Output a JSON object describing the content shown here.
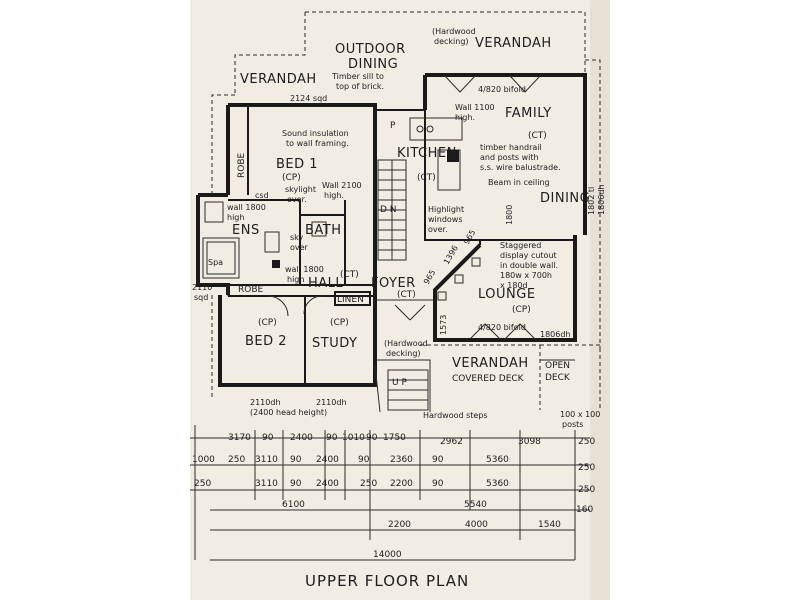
{
  "title": "UPPER FLOOR PLAN",
  "rooms": {
    "outdoor_dining": "OUTDOOR",
    "outdoor_dining_2": "DINING",
    "verandah_top": "VERANDAH",
    "verandah_left": "VERANDAH",
    "family": "FAMILY",
    "family_code": "(CT)",
    "kitchen": "KITCHEN",
    "kitchen_code": "(CT)",
    "bed1": "BED 1",
    "bed1_code": "(CP)",
    "ens": "ENS",
    "bath": "BATH",
    "spa": "Spa",
    "dining": "DINING",
    "hall": "HALL",
    "hall_code": "(CT)",
    "foyer": "FOYER",
    "foyer_code": "(CT)",
    "lounge": "LOUNGE",
    "lounge_code": "(CP)",
    "robe_top": "ROBE",
    "robe_bottom": "ROBE",
    "linen": "LINEN",
    "bed2": "BED 2",
    "bed2_code": "(CP)",
    "study": "STUDY",
    "study_code": "(CP)",
    "verandah_bottom": "VERANDAH",
    "covered_deck": "COVERED DECK",
    "open": "OPEN",
    "deck": "DECK",
    "p": "P",
    "dn": "D N",
    "up": "U P"
  },
  "notes": {
    "hardwood_top": "(Hardwood",
    "hardwood_top_2": "decking)",
    "timber_sill": "Timber sill to",
    "timber_sill_2": "top of brick.",
    "window_4820_top": "4/820 bifold",
    "wall_1100": "Wall 1100",
    "wall_1100_2": "high.",
    "size_2124": "2124 sqd",
    "sound_insulation": "Sound insulation",
    "sound_insulation_2": "to wall framing.",
    "timber_handrail": "timber handrail",
    "timber_handrail_2": "and posts with",
    "timber_handrail_3": "s.s. wire balustrade.",
    "beam": "Beam in ceiling",
    "wall_2100": "Wall 2100",
    "wall_2100_2": "high.",
    "skylight": "skylight",
    "skylight_2": "over.",
    "highlight": "Highlight",
    "highlight_2": "windows",
    "highlight_3": "over.",
    "csd": "csd",
    "wall_1800_a": "wall 1800",
    "wall_1800_a2": "high",
    "wall_1800_b": "wall 1800",
    "wall_1800_b2": "high",
    "sky_over": "sky",
    "sky_over_2": "over",
    "staggered": "Staggered",
    "staggered_2": "display cutout",
    "staggered_3": "in double wall.",
    "staggered_4": "180w x 700h",
    "staggered_5": "x 180d",
    "window_4820_bottom": "4/820 bifold",
    "door_1806": "1806dh",
    "side_1802": "1802 tl",
    "side_1806": "1806dh",
    "left_2110": "2110",
    "left_sqd": "sqd",
    "hardwood_mid": "(Hardwood",
    "hardwood_mid_2": "decking)",
    "win_2110_a": "2110dh",
    "win_2110_b": "2110dh",
    "head_height": "(2400 head height)",
    "hardwood_steps": "Hardwood steps",
    "posts": "100 x 100",
    "posts_2": "posts",
    "d_965a": "965",
    "d_1396": "1396",
    "d_965b": "965",
    "d_1573": "1573",
    "d_1800": "1800"
  },
  "dimension_rows": [
    [
      "3170",
      "90",
      "2400",
      "90",
      "1010",
      "90",
      "1750",
      "2962",
      "3098",
      "250"
    ],
    [
      "1000",
      "250",
      "3110",
      "90",
      "2400",
      "90",
      "2360",
      "90",
      "5360",
      "250"
    ],
    [
      "250",
      "3110",
      "90",
      "2400",
      "250",
      "2200",
      "90",
      "5360",
      "250"
    ],
    [
      "6100",
      "5540",
      "160"
    ],
    [
      "2200",
      "4000",
      "1540"
    ],
    [
      "14000"
    ]
  ]
}
